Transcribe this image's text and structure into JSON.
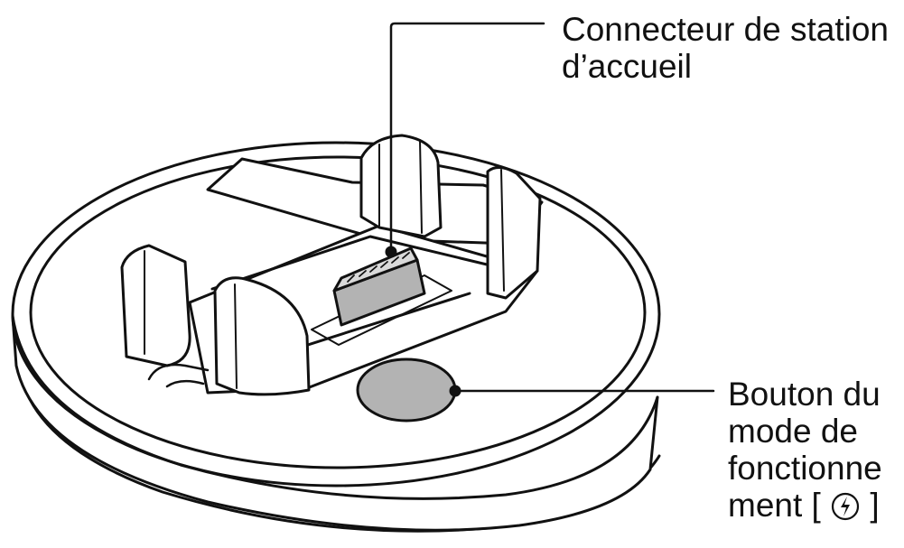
{
  "labels": {
    "dock_connector": {
      "line1": "Connecteur de station",
      "line2": "d’accueil"
    },
    "mode_button": {
      "line1": "Bouton du",
      "line2": "mode de",
      "line3": "fonctionne",
      "line4_prefix": "ment [",
      "line4_suffix": "]",
      "icon": "lightning-circle-icon"
    }
  },
  "colors": {
    "outline": "#111111",
    "fill_gray": "#b3b3b3",
    "background": "#ffffff"
  }
}
